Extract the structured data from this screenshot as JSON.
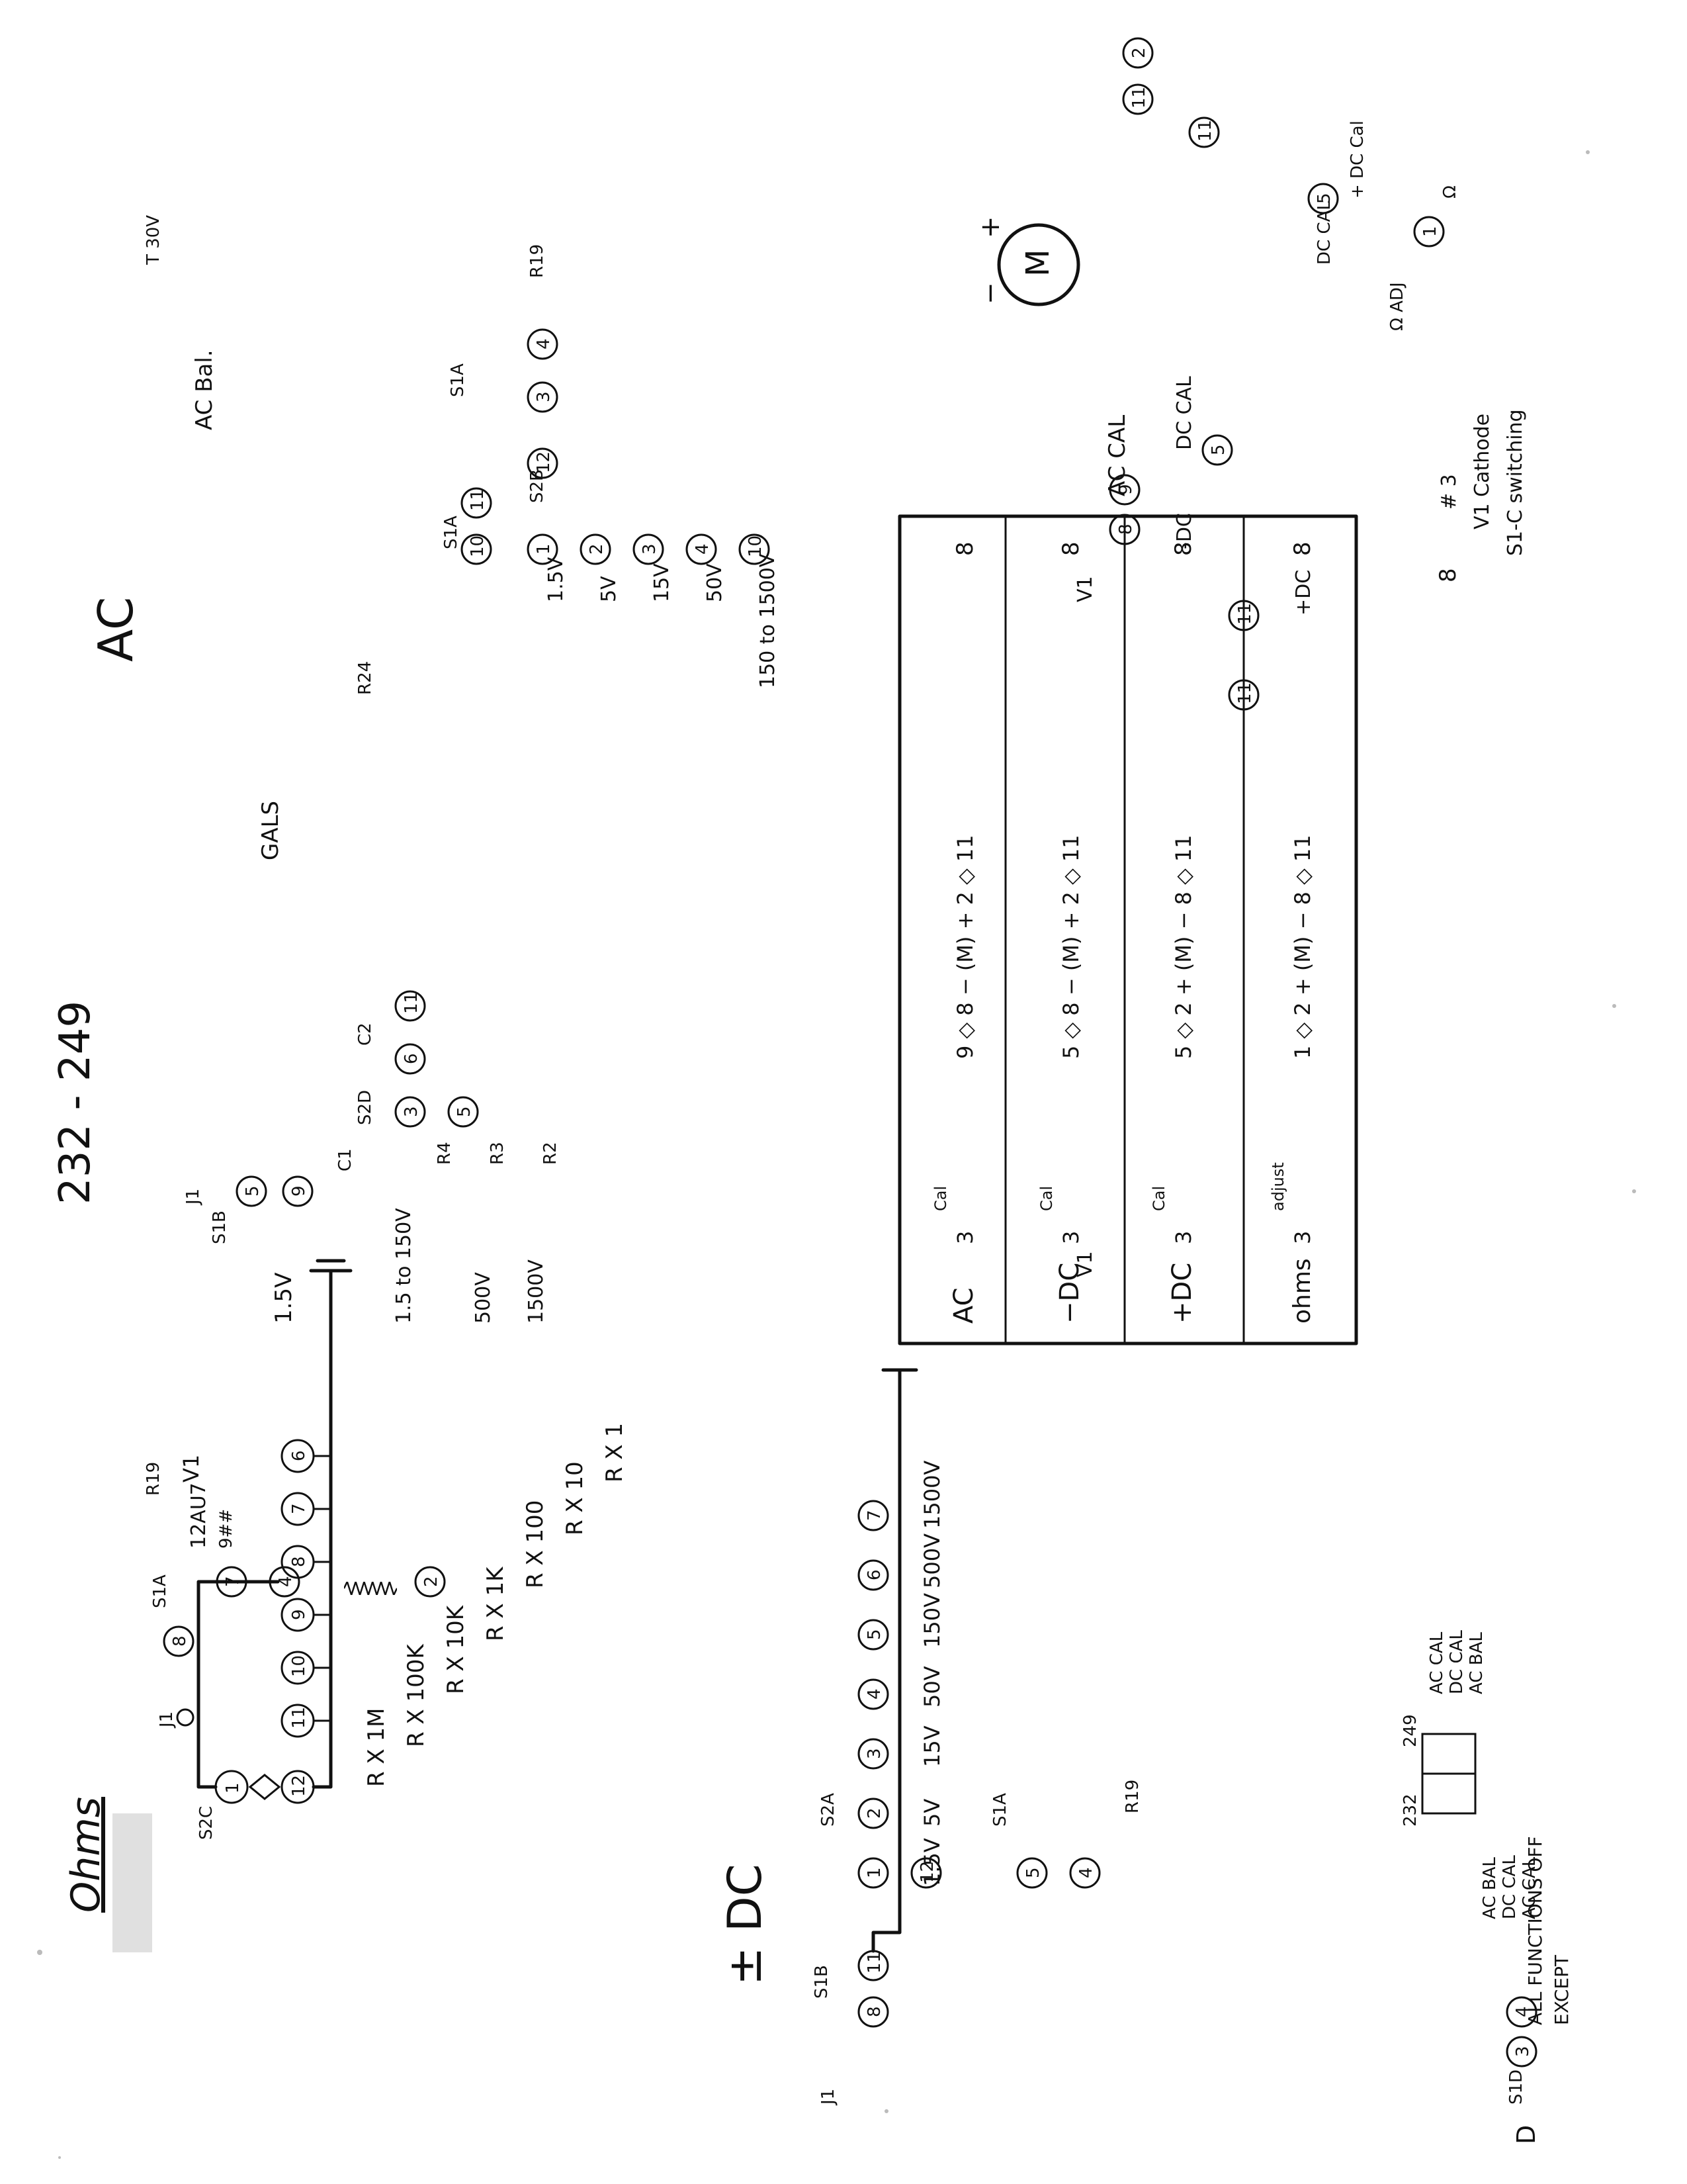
{
  "page_title": "232 - 249",
  "ohms_section": {
    "title": "Ohms",
    "jack": "J1",
    "s2c_label": "S2C",
    "s2c_common": "1",
    "s2c_rotor": "12",
    "range_positions": [
      "11",
      "10",
      "9",
      "8",
      "7",
      "6"
    ],
    "ranges": [
      "R X 1M",
      "R X 100K",
      "R X 10K",
      "R X 1K",
      "R X 100",
      "R X 10",
      "R X 1"
    ],
    "s1a_label": "S1A",
    "s1a_positions": [
      "8",
      "7",
      "4"
    ],
    "s1a_note": "9##",
    "r19": "R19",
    "v1": "V1",
    "v1_pin": "2",
    "v1_type": "12AU7",
    "battery": "1.5V"
  },
  "dc_section": {
    "title": "± DC",
    "jack": "J1",
    "s1b_label": "S1B",
    "s1b_positions": [
      "8",
      "11"
    ],
    "s2a_label": "S2A",
    "s2a_common": "12",
    "s2a_positions": [
      "1",
      "2",
      "3",
      "4",
      "5",
      "6",
      "7"
    ],
    "ranges": [
      "1.5V",
      "5V",
      "15V",
      "50V",
      "150V",
      "500V",
      "1500V"
    ],
    "s1a_label": "S1A",
    "s1a_positions": [
      "5",
      "4"
    ],
    "r19": "R19",
    "s1d_label": "S1D",
    "s1d_positions": [
      "3",
      "4"
    ],
    "s1d_note": [
      "ALL FUNCTIONS OFF",
      "EXCEPT"
    ],
    "terminal_d": "D"
  },
  "ac_section": {
    "title": "AC",
    "jack": "J1",
    "s1b_positions": [
      "5",
      "9"
    ],
    "s1b_label": "S1B",
    "c1": "C1",
    "s2d_label": "S2D",
    "s2d_positions": [
      "3",
      "6",
      "11"
    ],
    "s2d_rotor": "5",
    "c2": "C2",
    "resistors": [
      "R4",
      "R3",
      "R2"
    ],
    "ranges": [
      "1.5 to 150V",
      "500V",
      "1500V"
    ],
    "gals": "GALS",
    "r24": "R24",
    "t_label": "T 30V",
    "ac_bal": "AC Bal.",
    "s1a_label": "S1A",
    "s1a_positions": [
      "10",
      "11"
    ],
    "s2b_label": "S2B",
    "s2b_positions": [
      "1",
      "2",
      "3",
      "4",
      "10"
    ],
    "s2b_rotor": "12",
    "ac_ranges": [
      "1.5V",
      "5V",
      "15V",
      "50V",
      "150 to 1500V"
    ],
    "s1a_right_label": "S1A",
    "s1a_right_positions": [
      "3",
      "4"
    ],
    "r19": "R19"
  },
  "meter_section": {
    "meter": "M",
    "plus": "+",
    "minus": "−",
    "pins_top": [
      "11",
      "2"
    ],
    "pin_11_b": "11",
    "dc_cal_right": "DC CAL",
    "s5_dc_cal": "+ DC Cal",
    "s5_pin": "5",
    "ohm_adj": "Ω ADJ",
    "ohm": "Ω",
    "pin_1": "1",
    "ac_cal": "AC CAL",
    "dc_cal": "DC CAL",
    "pins_left": [
      "8",
      "9",
      "5"
    ],
    "minus_dc": "-DC",
    "plus_dc": "+DC",
    "pin_11_c": "11",
    "pin_11_d": "11",
    "v1_note": [
      "# 3",
      "V1 Cathode",
      "S1-C switching"
    ],
    "v1_8": "8"
  },
  "function_table": {
    "header_v1_left": "V1",
    "header_v1_right": "V1",
    "rows": [
      {
        "mode": "AC",
        "cathode": "3",
        "cal": "Cal",
        "chain": "9 ◇ 8 − (M) + 2 ◇ 11",
        "end": "8"
      },
      {
        "mode": "−DC",
        "cathode": "3",
        "cal": "Cal",
        "chain": "5 ◇ 8 − (M) + 2 ◇ 11",
        "end": "8"
      },
      {
        "mode": "+DC",
        "cathode": "3",
        "cal": "Cal",
        "chain": "5 ◇ 2 + (M) − 8 ◇ 11",
        "end": "8"
      },
      {
        "mode": "ohms",
        "cathode": "3",
        "cal": "adjust",
        "chain": "1 ◇ 2 + (M) − 8 ◇ 11",
        "end": "8"
      }
    ]
  },
  "legend": {
    "models": [
      "232",
      "249"
    ],
    "items": [
      "AC CAL",
      "DC CAL",
      "AC BAL"
    ],
    "items_left": [
      "AC BAL",
      "DC CAL",
      "AC CAL"
    ]
  }
}
